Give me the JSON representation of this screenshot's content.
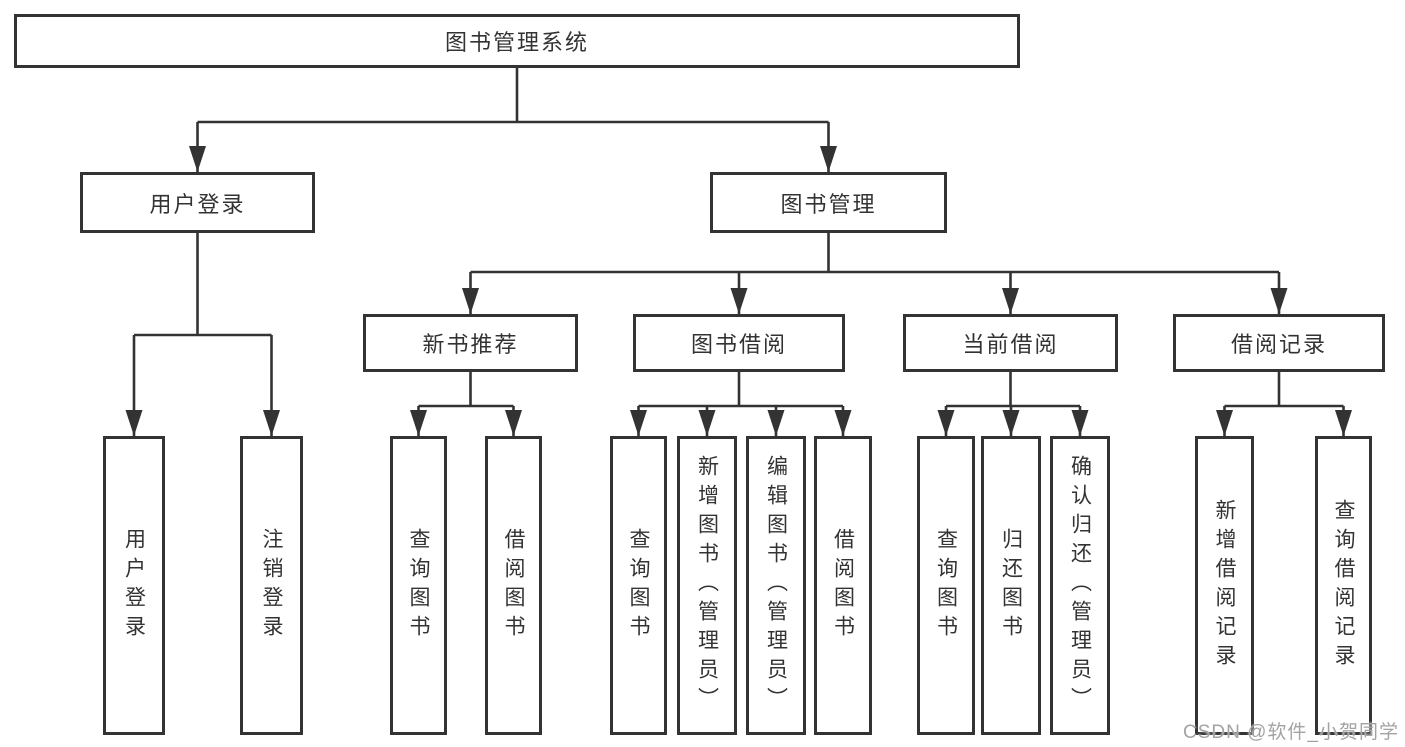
{
  "colors": {
    "line": "#333333",
    "text": "#333333",
    "background": "#ffffff",
    "watermark": "#a3a3a3"
  },
  "watermark": "CSDN @软件_小贺同学",
  "tree": {
    "label": "图书管理系统",
    "children": [
      {
        "label": "用户登录",
        "children": [
          {
            "label": "用户登录"
          },
          {
            "label": "注销登录"
          }
        ]
      },
      {
        "label": "图书管理",
        "children": [
          {
            "label": "新书推荐",
            "children": [
              {
                "label": "查询图书"
              },
              {
                "label": "借阅图书"
              }
            ]
          },
          {
            "label": "图书借阅",
            "children": [
              {
                "label": "查询图书"
              },
              {
                "label": "新增图书（管理员）"
              },
              {
                "label": "编辑图书（管理员）"
              },
              {
                "label": "借阅图书"
              }
            ]
          },
          {
            "label": "当前借阅",
            "children": [
              {
                "label": "查询图书"
              },
              {
                "label": "归还图书"
              },
              {
                "label": "确认归还（管理员）"
              }
            ]
          },
          {
            "label": "借阅记录",
            "children": [
              {
                "label": "新增借阅记录"
              },
              {
                "label": "查询借阅记录"
              }
            ]
          }
        ]
      }
    ]
  }
}
